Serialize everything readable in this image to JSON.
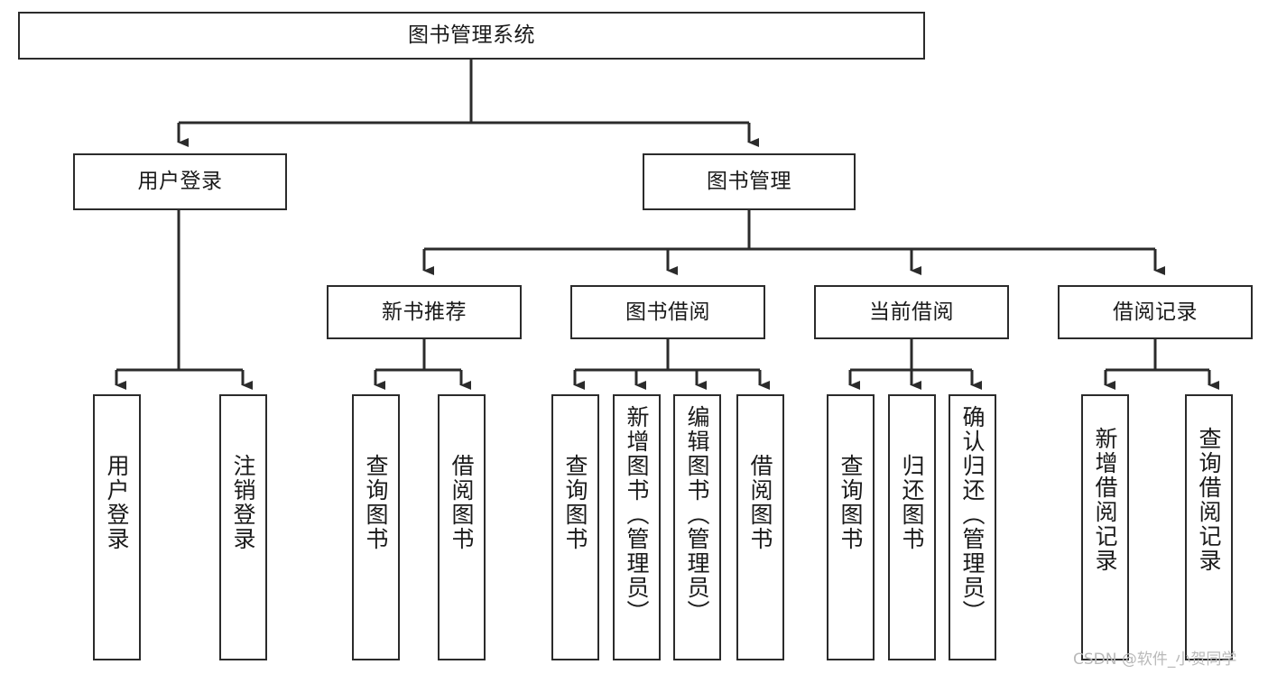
{
  "diagram": {
    "title": "图书管理系统",
    "type": "tree-hierarchy-chart",
    "watermark": "CSDN @软件_小贺同学",
    "colors": {
      "border": "#2b2b2b",
      "background": "#ffffff",
      "text": "#1a1a1a",
      "watermark": "#b9b9b9"
    }
  },
  "nodes": {
    "root": {
      "label": "图书管理系统"
    },
    "level2": {
      "user_login": {
        "label": "用户登录"
      },
      "book_manage": {
        "label": "图书管理"
      }
    },
    "level3": {
      "new_book_rec": {
        "label": "新书推荐"
      },
      "book_borrow": {
        "label": "图书借阅"
      },
      "current_borrow": {
        "label": "当前借阅"
      },
      "borrow_record": {
        "label": "借阅记录"
      }
    },
    "leaves": {
      "user_login": [
        {
          "label": "用户登录"
        },
        {
          "label": "注销登录"
        }
      ],
      "new_book_rec": [
        {
          "label": "查询图书"
        },
        {
          "label": "借阅图书"
        }
      ],
      "book_borrow": [
        {
          "label": "查询图书"
        },
        {
          "label": "新增图书（管理员）"
        },
        {
          "label": "编辑图书（管理员）"
        },
        {
          "label": "借阅图书"
        }
      ],
      "current_borrow": [
        {
          "label": "查询图书"
        },
        {
          "label": "归还图书"
        },
        {
          "label": "确认归还（管理员）"
        }
      ],
      "borrow_record": [
        {
          "label": "新增借阅记录"
        },
        {
          "label": "查询借阅记录"
        }
      ]
    }
  }
}
